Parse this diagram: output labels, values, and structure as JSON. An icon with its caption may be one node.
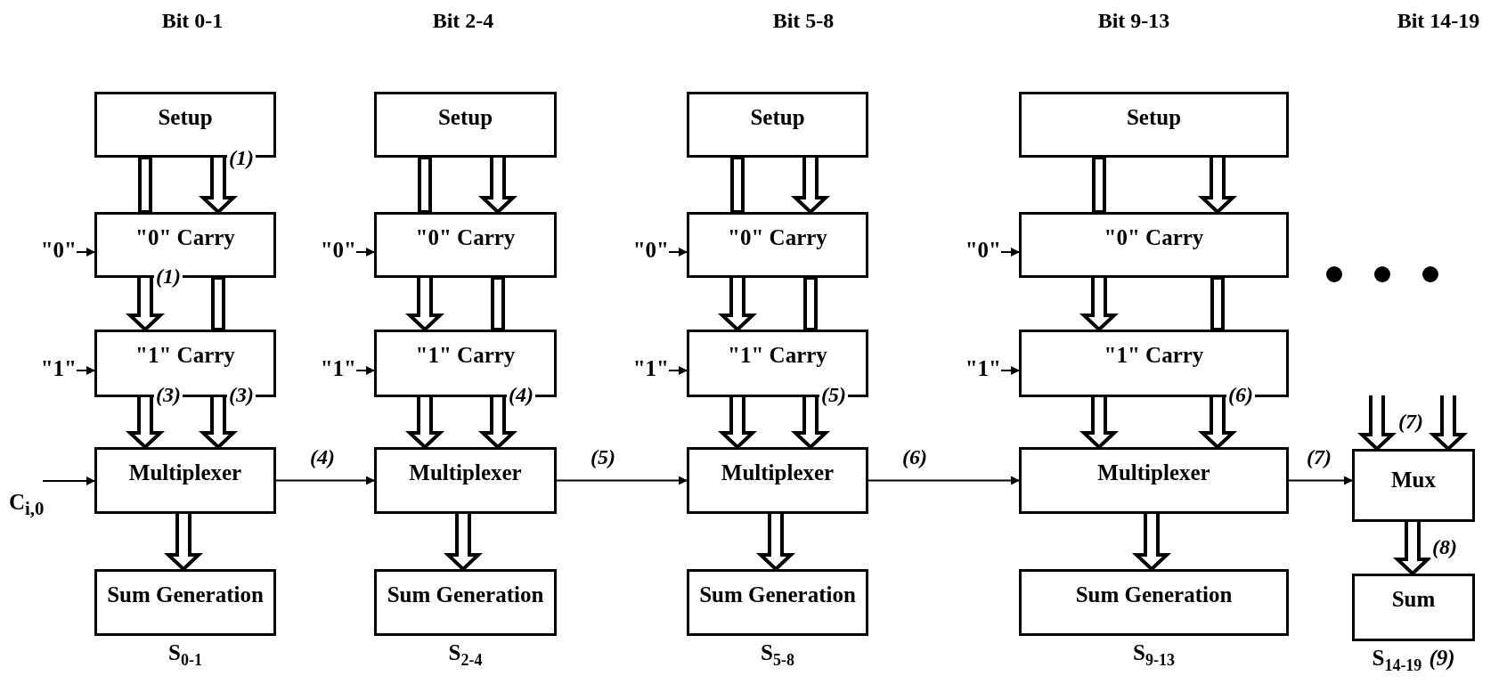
{
  "diagram": {
    "nodes": [
      {
        "text": [
          "Setup"
        ]
      },
      {
        "text": [
          "\"0\" Carry"
        ]
      },
      {
        "text": [
          "\"1\" Carry"
        ]
      },
      {
        "text": [
          "Multiplexer"
        ]
      },
      {
        "text": [
          "Sum Generation"
        ],
        "beside": [
          "S$_{0-1}$"
        ]
      },
      {
        "text": [
          "Setup"
        ]
      },
      {
        "text": [
          "\"0\" Carry"
        ]
      },
      {
        "text": [
          "\"1\" Carry"
        ]
      },
      {
        "text": [
          "Multiplexer"
        ]
      },
      {
        "text": [
          "Sum Generation"
        ],
        "beside": [
          "S$_{2-4}$"
        ]
      },
      {
        "text": [
          "Setup"
        ]
      },
      {
        "text": [
          "\"0\" Carry"
        ]
      },
      {
        "text": [
          "\"1\" Carry"
        ]
      },
      {
        "text": [
          "Multiplexer"
        ]
      },
      {
        "text": [
          "Sum Generation"
        ],
        "beside": [
          "S$_{5-8}$"
        ]
      },
      {
        "text": [
          "Setup"
        ]
      },
      {
        "text": [
          "\"0\" Carry"
        ]
      },
      {
        "text": [
          "\"1\" Carry"
        ]
      },
      {
        "text": [
          "Multiplexer"
        ]
      },
      {
        "text": [
          "Sum Generation"
        ],
        "beside": [
          "S$_{9-13}$"
        ]
      },
      {
        "text": [
          "Mux"
        ]
      },
      {
        "text": [
          "Sum"
        ],
        "beside": [
          "S$_{14-19}$",
          "(9)"
        ]
      },
      {
        "text": [
          "\"0\""
        ]
      },
      {
        "text": [
          "\"0\""
        ]
      },
      {
        "text": [
          "\"0\""
        ]
      },
      {
        "text": [
          "\"0\""
        ]
      },
      {
        "text": [
          "\"1\""
        ]
      },
      {
        "text": [
          "\"1\""
        ]
      },
      {
        "text": [
          "\"1\""
        ]
      },
      {
        "text": [
          "\"1\""
        ]
      },
      {
        "text": [
          "C$_{i,0}$"
        ]
      }
    ],
    "edges": [
      {
        "from": 0,
        "to": 1,
        "arrow": "none",
        "style": "thick"
      },
      {
        "from": 0,
        "to": 1,
        "arrow": "to",
        "style": "thick",
        "label": "(1)"
      },
      {
        "from": 1,
        "to": 2,
        "arrow": "to",
        "style": "thick",
        "label": "(1)"
      },
      {
        "from": 1,
        "to": 2,
        "arrow": "none",
        "style": "thick"
      },
      {
        "from": 2,
        "to": 3,
        "arrow": "to",
        "style": "thick",
        "label": "(3)"
      },
      {
        "from": 2,
        "to": 3,
        "arrow": "to",
        "style": "thick",
        "label": "(3)"
      },
      {
        "from": 3,
        "to": 4,
        "arrow": "to",
        "style": "thick"
      },
      {
        "from": 22,
        "to": 1,
        "arrow": "to"
      },
      {
        "from": 26,
        "to": 2,
        "arrow": "to"
      },
      {
        "from": 3,
        "to": 8,
        "arrow": "to",
        "label": "(4)"
      },
      {
        "from": 5,
        "to": 6,
        "arrow": "none",
        "style": "thick"
      },
      {
        "from": 5,
        "to": 6,
        "arrow": "to",
        "style": "thick"
      },
      {
        "from": 6,
        "to": 7,
        "arrow": "to",
        "style": "thick"
      },
      {
        "from": 6,
        "to": 7,
        "arrow": "none",
        "style": "thick"
      },
      {
        "from": 7,
        "to": 8,
        "arrow": "to",
        "style": "thick"
      },
      {
        "from": 7,
        "to": 8,
        "arrow": "to",
        "style": "thick",
        "label": "(4)"
      },
      {
        "from": 8,
        "to": 9,
        "arrow": "to",
        "style": "thick"
      },
      {
        "from": 23,
        "to": 6,
        "arrow": "to"
      },
      {
        "from": 27,
        "to": 7,
        "arrow": "to"
      },
      {
        "from": 8,
        "to": 13,
        "arrow": "to",
        "label": "(5)"
      },
      {
        "from": 10,
        "to": 11,
        "arrow": "none",
        "style": "thick"
      },
      {
        "from": 10,
        "to": 11,
        "arrow": "to",
        "style": "thick"
      },
      {
        "from": 11,
        "to": 12,
        "arrow": "to",
        "style": "thick"
      },
      {
        "from": 11,
        "to": 12,
        "arrow": "none",
        "style": "thick"
      },
      {
        "from": 12,
        "to": 13,
        "arrow": "to",
        "style": "thick"
      },
      {
        "from": 12,
        "to": 13,
        "arrow": "to",
        "style": "thick",
        "label": "(5)"
      },
      {
        "from": 13,
        "to": 14,
        "arrow": "to",
        "style": "thick"
      },
      {
        "from": 24,
        "to": 11,
        "arrow": "to"
      },
      {
        "from": 28,
        "to": 12,
        "arrow": "to"
      },
      {
        "from": 13,
        "to": 18,
        "arrow": "to",
        "label": "(6)"
      },
      {
        "from": 15,
        "to": 16,
        "arrow": "none",
        "style": "thick"
      },
      {
        "from": 15,
        "to": 16,
        "arrow": "to",
        "style": "thick"
      },
      {
        "from": 16,
        "to": 17,
        "arrow": "to",
        "style": "thick"
      },
      {
        "from": 16,
        "to": 17,
        "arrow": "none",
        "style": "thick"
      },
      {
        "from": 17,
        "to": 18,
        "arrow": "to",
        "style": "thick"
      },
      {
        "from": 17,
        "to": 18,
        "arrow": "to",
        "style": "thick",
        "label": "(6)"
      },
      {
        "from": 18,
        "to": 19,
        "arrow": "to",
        "style": "thick"
      },
      {
        "from": 25,
        "to": 16,
        "arrow": "to"
      },
      {
        "from": 29,
        "to": 17,
        "arrow": "to"
      },
      {
        "from": 18,
        "to": 20,
        "arrow": "to",
        "label": "(7)"
      },
      {
        "from": 30,
        "to": 3,
        "arrow": "to"
      },
      {
        "from": null,
        "to": 20,
        "arrow": "to",
        "style": "thick"
      },
      {
        "from": null,
        "to": 20,
        "arrow": "to",
        "style": "thick",
        "label": "(7)"
      },
      {
        "from": 20,
        "to": 21,
        "arrow": "to",
        "style": "thick",
        "label": "(8)"
      }
    ],
    "labels": [
      "Bit 0-1",
      "Bit 2-4",
      "Bit 5-8",
      "Bit 9-13",
      "Bit 14-19"
    ]
  }
}
